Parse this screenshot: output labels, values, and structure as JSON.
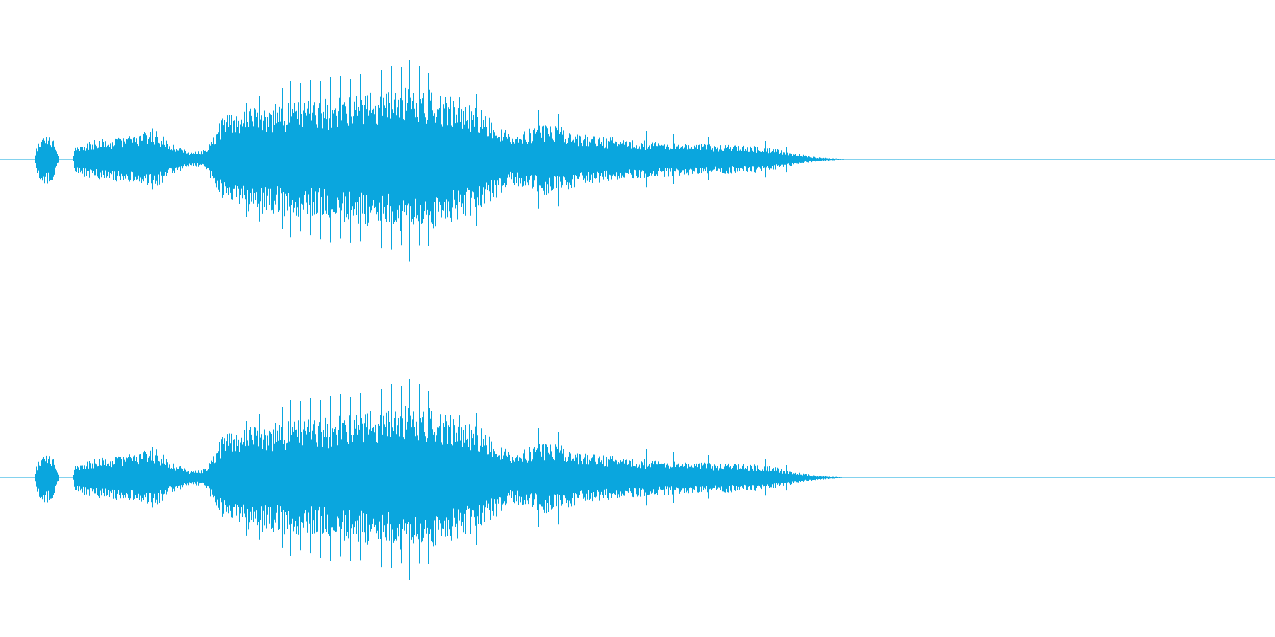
{
  "audio": {
    "channel_count": 2,
    "waveform_color": "#0aa6de",
    "background_color": "#ffffff",
    "channels": [
      {
        "channel_index": 1
      },
      {
        "channel_index": 2
      }
    ]
  }
}
